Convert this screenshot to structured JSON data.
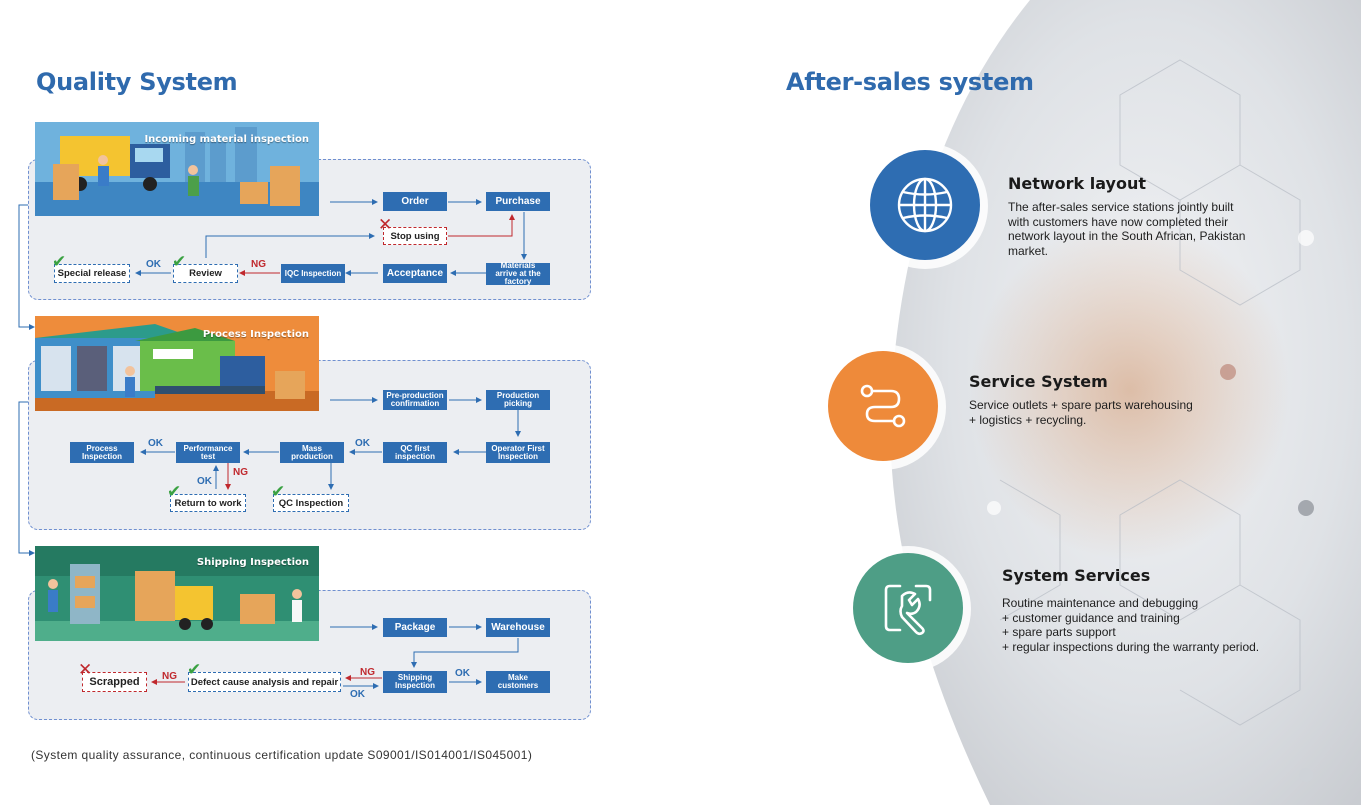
{
  "quality": {
    "title": "Quality System",
    "sections": [
      {
        "banner": "Incoming material inspection"
      },
      {
        "banner": "Process Inspection"
      },
      {
        "banner": "Shipping Inspection"
      }
    ],
    "s1": {
      "order": "Order",
      "purchase": "Purchase",
      "stop_using": "Stop using",
      "materials_arrive": "Materials arrive at the factory",
      "acceptance": "Acceptance",
      "iqc": "IQC Inspection",
      "review": "Review",
      "special_release": "Special release",
      "ng": "NG",
      "ok": "OK"
    },
    "s2": {
      "pre_production": "Pre-production confirmation",
      "production_picking": "Production picking",
      "operator_first": "Operator First Inspection",
      "qc_first": "QC first inspection",
      "mass_production": "Mass production",
      "performance_test": "Performance test",
      "process_inspection": "Process Inspection",
      "return_to_work": "Return to work",
      "qc_inspection": "QC Inspection",
      "ok1": "OK",
      "ok2": "OK",
      "ok3": "OK",
      "ng": "NG"
    },
    "s3": {
      "package": "Package",
      "warehouse": "Warehouse",
      "shipping_inspection": "Shipping Inspection",
      "make_customers": "Make customers",
      "defect": "Defect cause analysis and repair",
      "scrapped": "Scrapped",
      "ng1": "NG",
      "ng2": "NG",
      "ok1": "OK",
      "ok2": "OK"
    },
    "footnote": "(System quality assurance, continuous certification update S09001/IS014001/IS045001)"
  },
  "aftersales": {
    "title": "After-sales system",
    "items": [
      {
        "title": "Network layout",
        "icon": "globe-icon",
        "color": "#2e6db2",
        "text": "The after-sales service stations jointly built\nwith customers have now completed their\nnetwork layout in the South African, Pakistan\nmarket."
      },
      {
        "title": "Service System",
        "icon": "route-icon",
        "color": "#ee8a3a",
        "text": "Service outlets + spare parts warehousing\n + logistics + recycling."
      },
      {
        "title": "System Services",
        "icon": "wrench-icon",
        "color": "#4e9e86",
        "text": "Routine maintenance and debugging\n+ customer guidance and training\n+ spare parts support\n+ regular inspections during the warranty period."
      }
    ]
  },
  "colors": {
    "blue": "#2e6db2",
    "red": "#c0282d",
    "green": "#3aa142"
  }
}
